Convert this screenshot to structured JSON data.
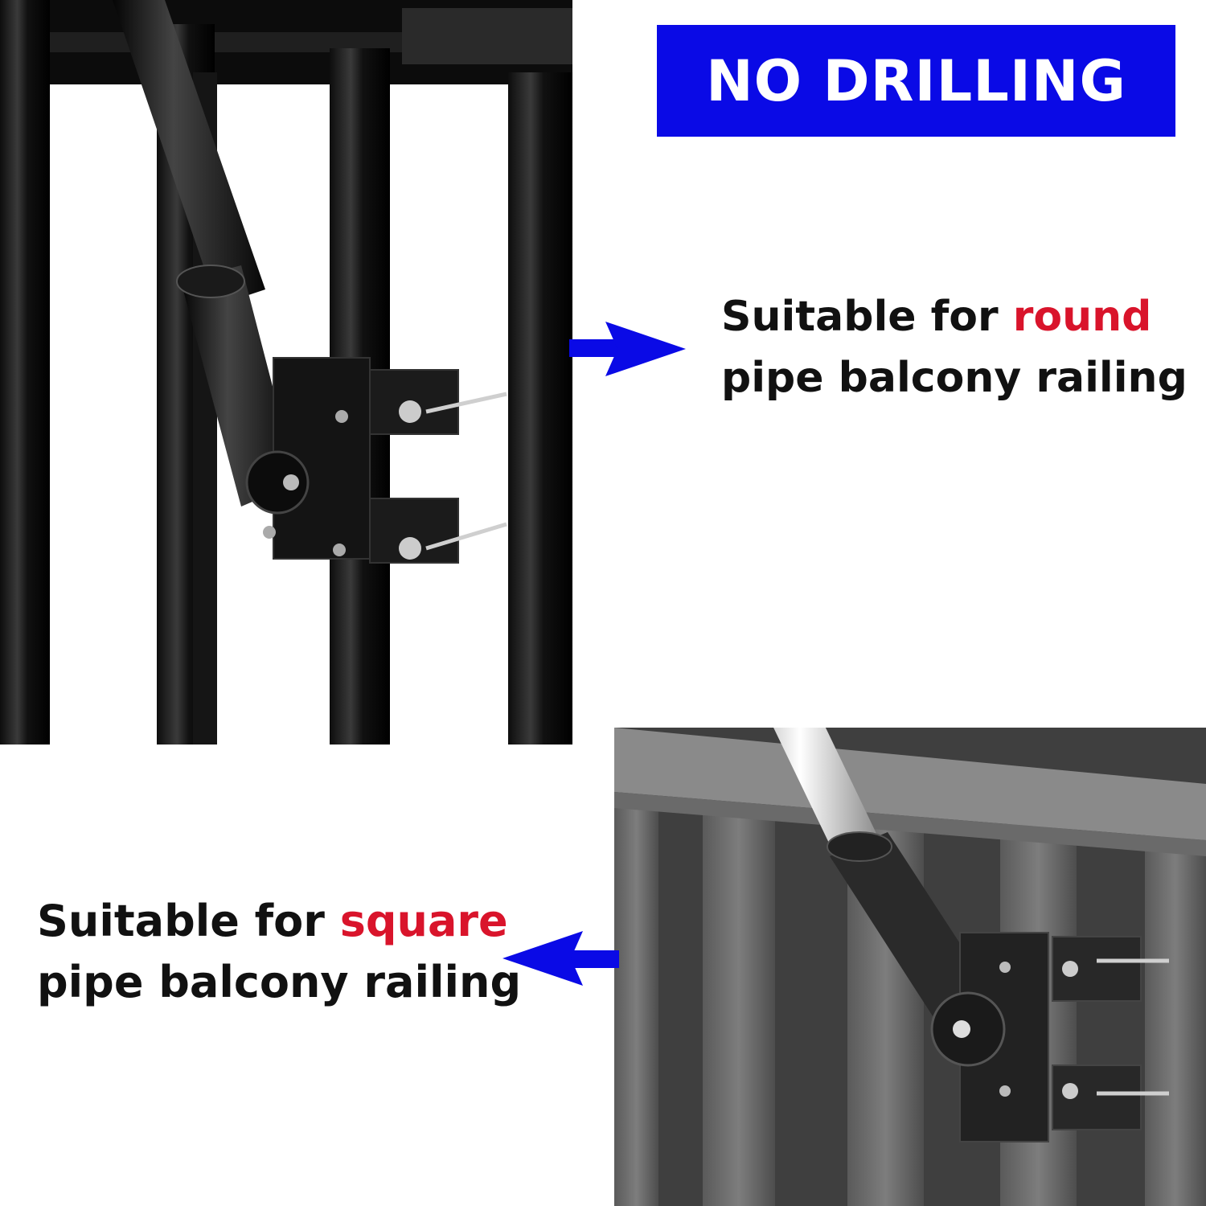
{
  "badge": {
    "text": "NO DRILLING",
    "bg_color": "#0a0ae6",
    "text_color": "#ffffff"
  },
  "round_caption": {
    "line1_prefix": "Suitable for ",
    "line1_highlight": "round",
    "line2": "pipe balcony railing",
    "highlight_color": "#d9142b"
  },
  "square_caption": {
    "line1_prefix": "Suitable for ",
    "line1_highlight": "square",
    "line2": "pipe balcony railing",
    "highlight_color": "#d9142b"
  },
  "arrows": {
    "color": "#0a0ae6",
    "icons": [
      "arrow-right-icon",
      "arrow-left-icon"
    ]
  },
  "photos": [
    "round-pipe-railing-photo",
    "square-wood-railing-photo"
  ]
}
